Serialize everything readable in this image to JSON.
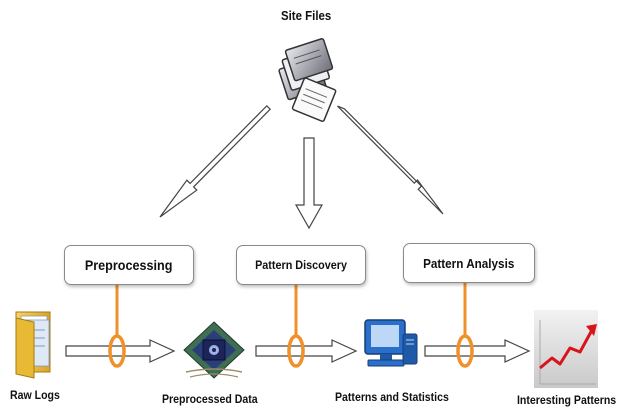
{
  "top_node": {
    "label": "Site Files"
  },
  "process_boxes": [
    {
      "label": "Preprocessing"
    },
    {
      "label": "Pattern Discovery"
    },
    {
      "label": "Pattern Analysis"
    }
  ],
  "stages": [
    {
      "label": "Raw Logs"
    },
    {
      "label": "Preprocessed Data"
    },
    {
      "label": "Patterns and Statistics"
    },
    {
      "label": "Interesting Patterns"
    }
  ],
  "colors": {
    "connector": "#f0902a",
    "arrow_stroke": "#444444",
    "trend_arrow": "#d8141b"
  }
}
